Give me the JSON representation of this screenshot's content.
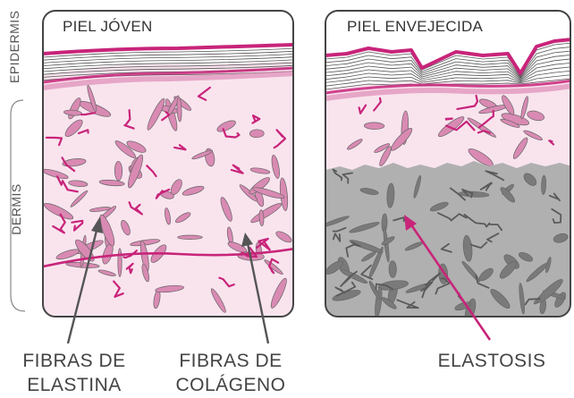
{
  "side_labels": {
    "epidermis": "EPIDERMIS",
    "dermis": "DERMIS"
  },
  "panels": {
    "young": {
      "title": "PIEL JÓVEN"
    },
    "aged": {
      "title": "PIEL ENVEJECIDA"
    }
  },
  "captions": {
    "elastin_line1": "FIBRAS DE",
    "elastin_line2": "ELASTINA",
    "collagen_line1": "FIBRAS DE",
    "collagen_line2": "COLÁGENO",
    "elastosis": "ELASTOSIS"
  },
  "colors": {
    "elastin_fiber": "#c8247a",
    "collagen_fill": "#d98ab3",
    "dermis_pink": "#f9e4ee",
    "elastosis_gray": "#b0b0b0",
    "aged_fiber": "#5a5a5a",
    "outline": "#444444"
  }
}
